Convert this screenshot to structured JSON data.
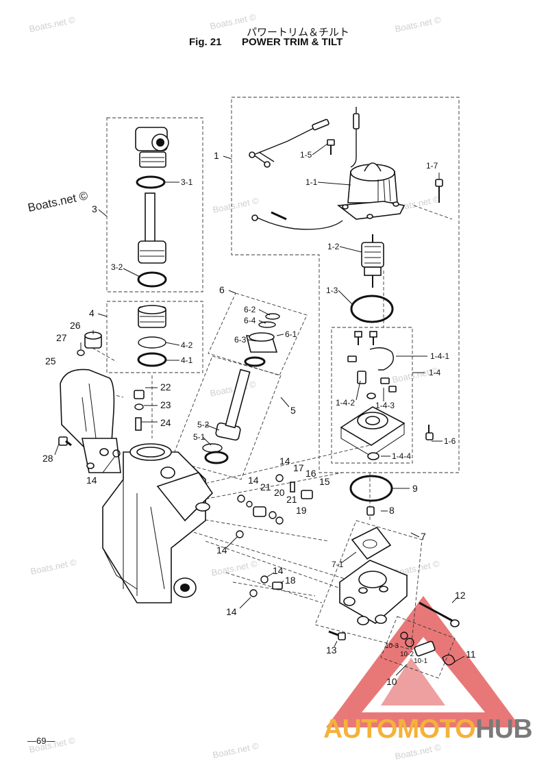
{
  "header": {
    "title_jp": "パワートリム＆チルト",
    "fig": "Fig. 21",
    "title_en": "POWER TRIM & TILT"
  },
  "page_number": "—69—",
  "watermarks": {
    "light": "Boats.net ©",
    "dark": "Boats.net ©"
  },
  "brand": {
    "part1": "AUTO",
    "part2": "MOTO",
    "part3": "HUB",
    "colors": {
      "part1": "#f4b23a",
      "part2": "#f4b23a",
      "part3": "#7a7a7a",
      "logo": "#e35b5b"
    }
  },
  "callouts": {
    "c1": "1",
    "c1_1": "1-1",
    "c1_2": "1-2",
    "c1_3": "1-3",
    "c1_4": "1-4",
    "c1_4_1": "1-4-1",
    "c1_4_2": "1-4-2",
    "c1_4_3": "1-4-3",
    "c1_4_4": "1-4-4",
    "c1_5": "1-5",
    "c1_6": "1-6",
    "c1_7": "1-7",
    "c3": "3",
    "c3_1": "3-1",
    "c3_2": "3-2",
    "c4": "4",
    "c4_1": "4-1",
    "c4_2": "4-2",
    "c5": "5",
    "c5_1": "5-1",
    "c5_2": "5-2",
    "c6": "6",
    "c6_1": "6-1",
    "c6_2": "6-2",
    "c6_3": "6-3",
    "c6_4": "6-4",
    "c7": "7",
    "c7_1": "7-1",
    "c8": "8",
    "c9": "9",
    "c10": "10",
    "c10_1": "10-1",
    "c10_2": "10-2",
    "c10_3": "10-3",
    "c11": "11",
    "c12": "12",
    "c13": "13",
    "c14a": "14",
    "c14b": "14",
    "c14c": "14",
    "c14d": "14",
    "c14e": "14",
    "c14f": "14",
    "c15": "15",
    "c16": "16",
    "c17": "17",
    "c18": "18",
    "c19": "19",
    "c20": "20",
    "c21a": "21",
    "c21b": "21",
    "c22": "22",
    "c23": "23",
    "c24": "24",
    "c25": "25",
    "c26": "26",
    "c27": "27",
    "c28": "28"
  }
}
